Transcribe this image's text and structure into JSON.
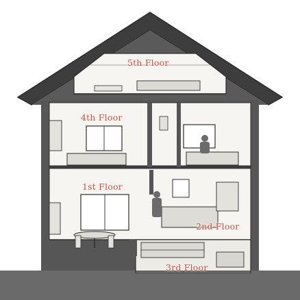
{
  "floors": {
    "fifth": "5th Floor",
    "fourth": "4th Floor",
    "first": "1st Floor",
    "second": "2nd Floor",
    "third": "3rd Floor"
  },
  "colors": {
    "ink": "#2e2e2e",
    "roof": "#3d3d3d",
    "wall": "#565656",
    "ground": "#6a6a6a",
    "interior": "#f7f5f1",
    "label": "#d24a3a"
  }
}
